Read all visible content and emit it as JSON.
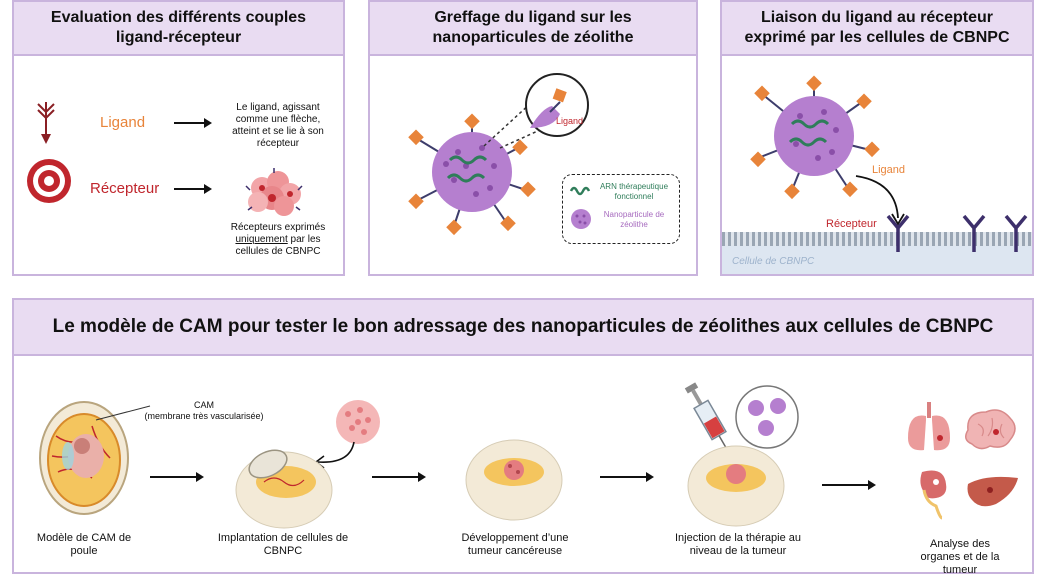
{
  "panel1": {
    "title": "Evaluation des différents couples ligand-récepteur",
    "ligand_label": "Ligand",
    "ligand_desc": "Le ligand, agissant comme une flèche, atteint et se lie à son récepteur",
    "receptor_label": "Récepteur",
    "receptor_desc_pre": "Récepteurs exprimés",
    "receptor_desc_underline": "uniquement",
    "receptor_desc_post": "par les cellules de CBNPC"
  },
  "panel2": {
    "title": "Greffage du ligand sur les nanoparticules de zéolithe",
    "zoom_label": "Ligand",
    "legend_rna": "ARN thérapeutique fonctionnel",
    "legend_np": "Nanoparticule de zéolithe"
  },
  "panel3": {
    "title": "Liaison du ligand au récepteur exprimé par les cellules de CBNPC",
    "ligand_label": "Ligand",
    "receptor_label": "Récepteur",
    "cell_label": "Cellule de CBNPC"
  },
  "panel4": {
    "title": "Le modèle de CAM pour tester le bon adressage des nanoparticules de zéolithes aux cellules de CBNPC",
    "cam_label": "CAM",
    "cam_sub": "(membrane très vascularisée)",
    "steps": [
      "Modèle de CAM de poule",
      "Implantation de cellules de CBNPC",
      "Développement d’une tumeur cancéreuse",
      "Injection de la thérapie au niveau de la tumeur",
      "Analyse des organes et de la tumeur"
    ]
  },
  "colors": {
    "panel_border": "#c9b4dd",
    "header_bg": "#e9dcf2",
    "ligand_orange": "#e8843a",
    "receptor_red": "#c0262d",
    "nanoparticle": "#a76bbf",
    "rna_green": "#2f7d5a"
  }
}
